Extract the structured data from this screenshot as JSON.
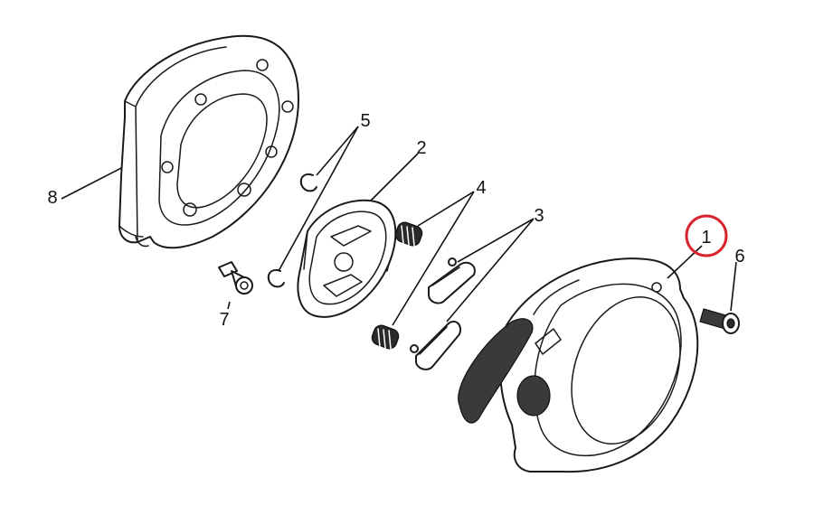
{
  "diagram": {
    "callouts": [
      {
        "id": "1",
        "label": "1"
      },
      {
        "id": "2",
        "label": "2"
      },
      {
        "id": "3",
        "label": "3"
      },
      {
        "id": "4",
        "label": "4"
      },
      {
        "id": "5",
        "label": "5"
      },
      {
        "id": "6",
        "label": "6"
      },
      {
        "id": "7",
        "label": "7"
      },
      {
        "id": "8",
        "label": "8"
      }
    ],
    "highlighted_callout": "1",
    "highlight_color": "#d9232d"
  }
}
